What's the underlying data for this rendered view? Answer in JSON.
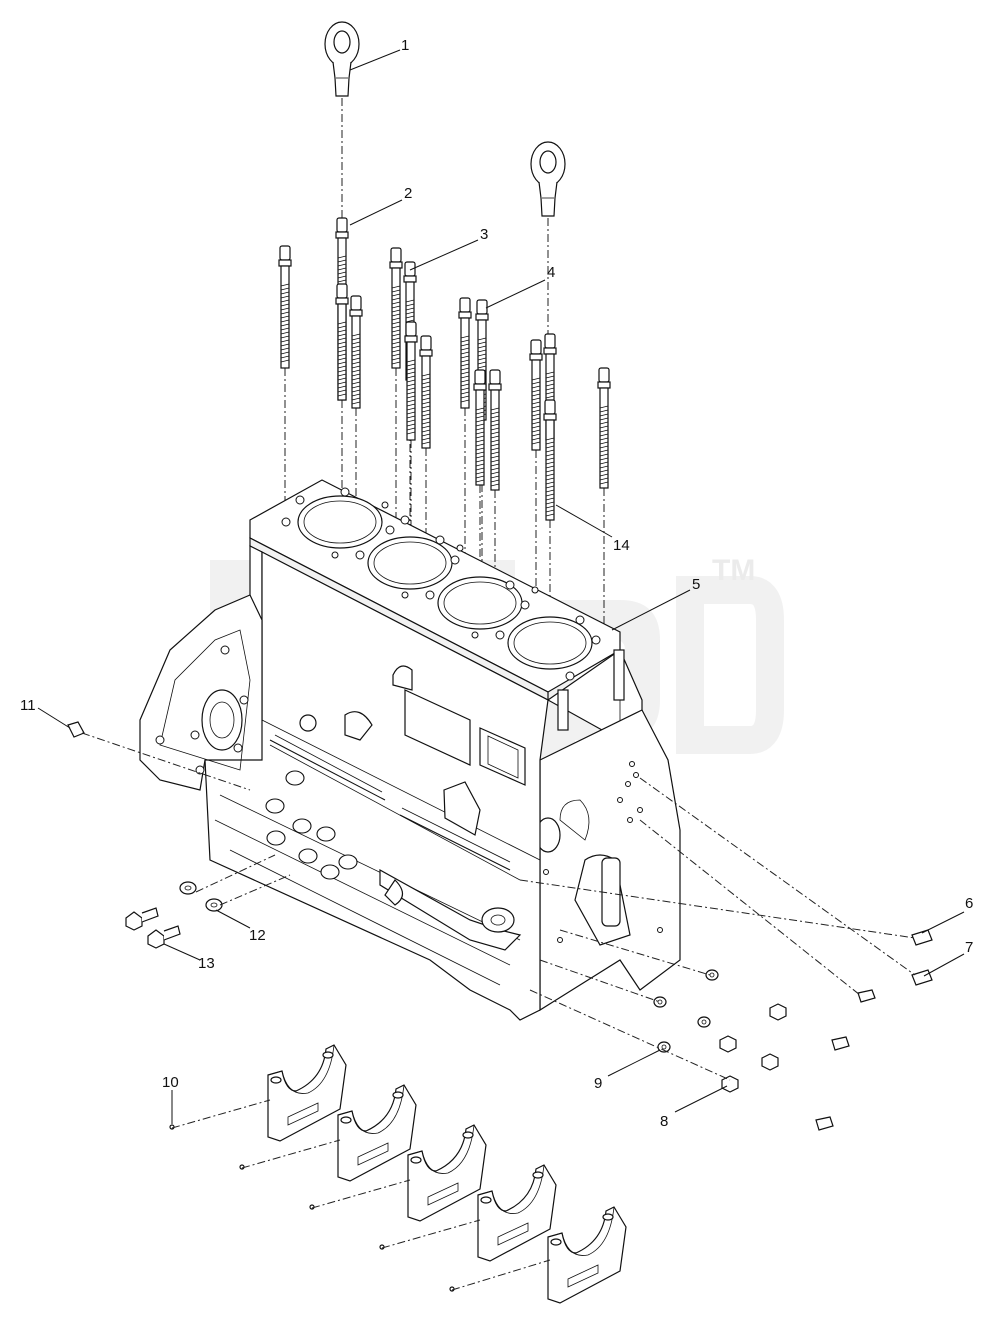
{
  "diagram": {
    "callouts": [
      {
        "id": "1",
        "text": "1"
      },
      {
        "id": "2",
        "text": "2"
      },
      {
        "id": "3",
        "text": "3"
      },
      {
        "id": "4",
        "text": "4"
      },
      {
        "id": "5",
        "text": "5"
      },
      {
        "id": "6",
        "text": "6"
      },
      {
        "id": "7",
        "text": "7"
      },
      {
        "id": "8",
        "text": "8"
      },
      {
        "id": "9",
        "text": "9"
      },
      {
        "id": "10",
        "text": "10"
      },
      {
        "id": "11",
        "text": "11"
      },
      {
        "id": "12",
        "text": "12"
      },
      {
        "id": "13",
        "text": "13"
      },
      {
        "id": "14",
        "text": "14"
      }
    ],
    "watermark": {
      "tm": "TM"
    }
  }
}
